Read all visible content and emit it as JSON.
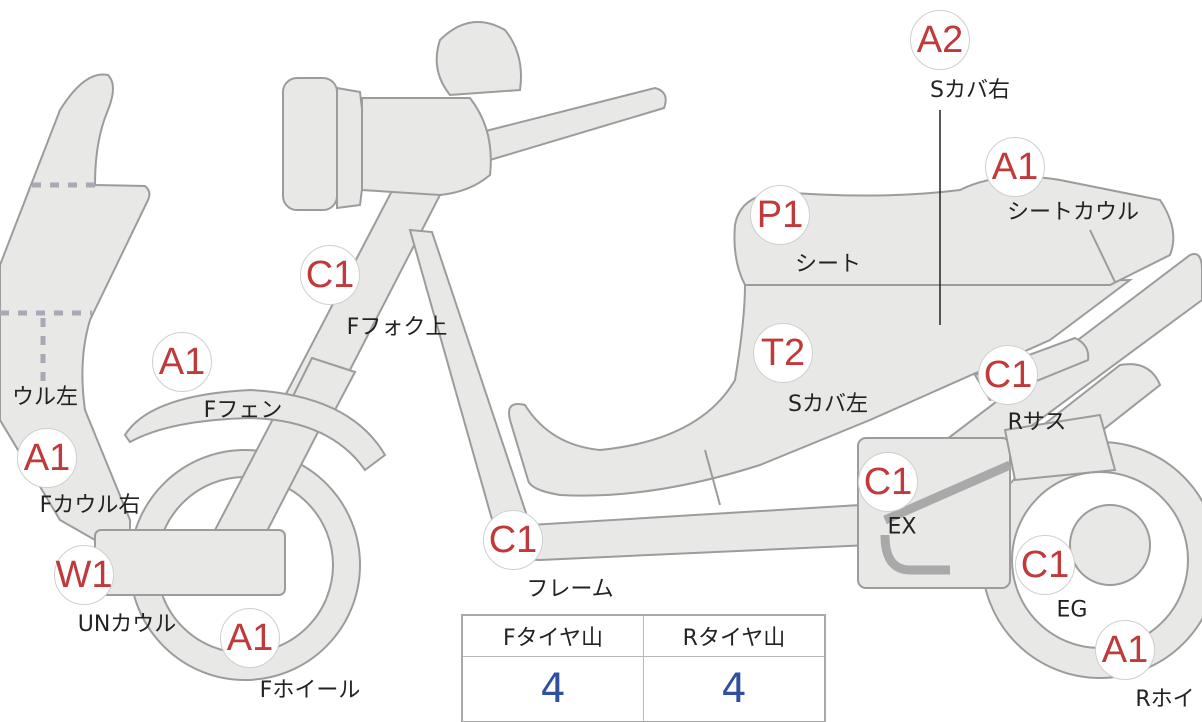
{
  "parts": [
    {
      "grade": "A2",
      "label": "Sカバ右"
    },
    {
      "grade": "A1",
      "label": "シートカウル"
    },
    {
      "grade": "P1",
      "label": "シート"
    },
    {
      "grade": "C1",
      "label": "Fフォク上"
    },
    {
      "grade": "A1",
      "label": "Fフェン"
    },
    {
      "grade": "T2",
      "label": "Sカバ左"
    },
    {
      "grade": "C1",
      "label": "Rサス"
    },
    {
      "grade": "",
      "label": "ウル左"
    },
    {
      "grade": "A1",
      "label": "Fカウル右"
    },
    {
      "grade": "C1",
      "label": "EX"
    },
    {
      "grade": "C1",
      "label": "フレーム"
    },
    {
      "grade": "W1",
      "label": "UNカウル"
    },
    {
      "grade": "C1",
      "label": "EG"
    },
    {
      "grade": "A1",
      "label": "Fホイール"
    },
    {
      "grade": "A1",
      "label": "Rホイ"
    }
  ],
  "tire_table": {
    "headers": [
      "Fタイヤ山",
      "Rタイヤ山"
    ],
    "values": [
      "4",
      "4"
    ]
  },
  "colors": {
    "grade": "#c0393b",
    "tire_value": "#2f4f9f",
    "part_fill": "#e8e8e6"
  }
}
